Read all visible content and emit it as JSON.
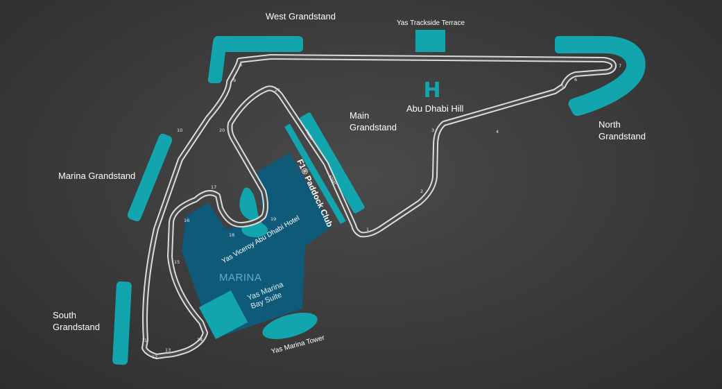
{
  "map": {
    "colors": {
      "background": "#3a3a3a",
      "stand": "#12a5ae",
      "hotel_block": "#0f5a78",
      "track_outline": "#dcdcdc",
      "track_fill": "#4a4a4a"
    },
    "grandstands": {
      "west": "West Grandstand",
      "trackside": "Yas Trackside Terrace",
      "main": "Main\nGrandstand",
      "north": "North\nGrandstand",
      "marina": "Marina Grandstand",
      "south": "South\nGrandstand"
    },
    "landmarks": {
      "hill": "Abu Dhabi Hill",
      "hill_icon": "H",
      "paddock_club": "F1® Paddock Club",
      "hotel": "Yas Viceroy Abu Dhabi Hotel",
      "marina": "MARINA",
      "bay_suite": "Yas Marina\nBay Suite",
      "tower": "Yas Marina Tower",
      "finish": "FINISH",
      "start": "START"
    },
    "turns": [
      "1",
      "2",
      "3",
      "4",
      "5",
      "6",
      "7",
      "8",
      "9",
      "10",
      "11",
      "12",
      "13",
      "14",
      "15",
      "16",
      "17",
      "18",
      "19",
      "20",
      "21"
    ]
  }
}
